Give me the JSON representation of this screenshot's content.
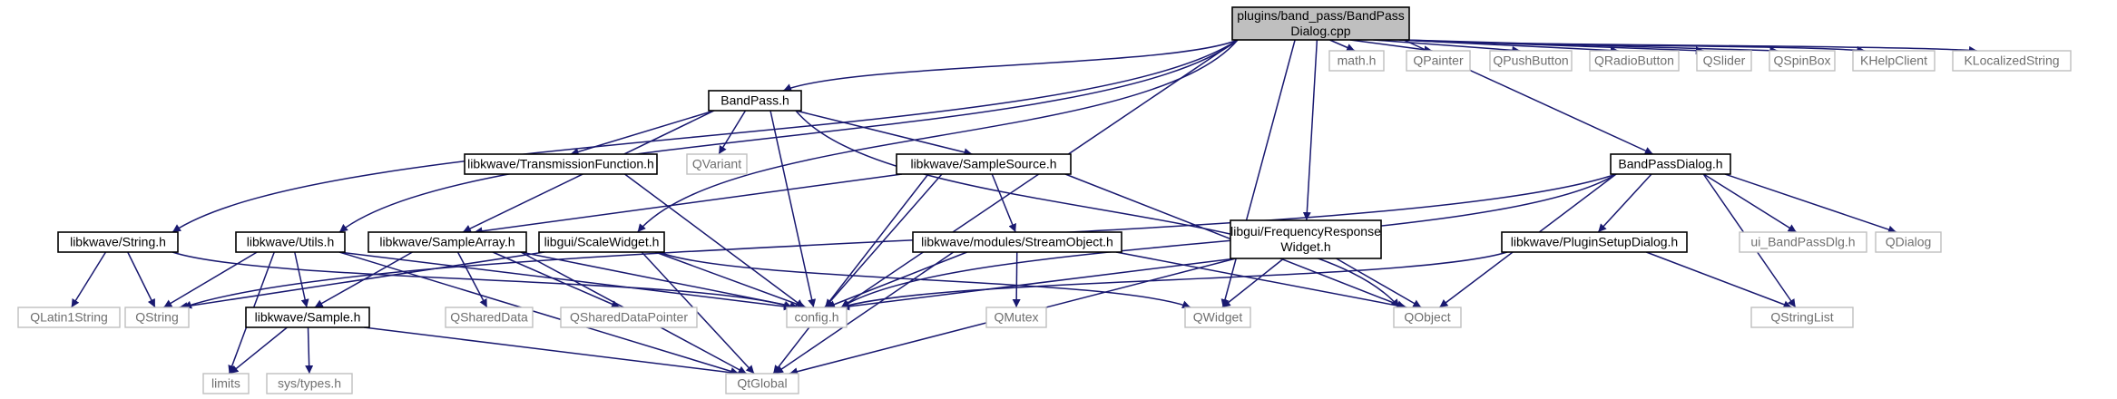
{
  "graph": {
    "nodes": [
      {
        "id": "root",
        "lines": [
          "plugins/band_pass/BandPass",
          "Dialog.cpp"
        ],
        "kind": "root"
      },
      {
        "id": "bandpass_h",
        "lines": [
          "BandPass.h"
        ],
        "kind": "doc"
      },
      {
        "id": "math_h",
        "lines": [
          "math.h"
        ],
        "kind": "ext"
      },
      {
        "id": "qpainter",
        "lines": [
          "QPainter"
        ],
        "kind": "ext"
      },
      {
        "id": "qpushbutton",
        "lines": [
          "QPushButton"
        ],
        "kind": "ext"
      },
      {
        "id": "qradiobutton",
        "lines": [
          "QRadioButton"
        ],
        "kind": "ext"
      },
      {
        "id": "qslider",
        "lines": [
          "QSlider"
        ],
        "kind": "ext"
      },
      {
        "id": "qspinbox",
        "lines": [
          "QSpinBox"
        ],
        "kind": "ext"
      },
      {
        "id": "khelpclient",
        "lines": [
          "KHelpClient"
        ],
        "kind": "ext"
      },
      {
        "id": "klocalizedstring",
        "lines": [
          "KLocalizedString"
        ],
        "kind": "ext"
      },
      {
        "id": "transfunc",
        "lines": [
          "libkwave/TransmissionFunction.h"
        ],
        "kind": "doc"
      },
      {
        "id": "qvariant",
        "lines": [
          "QVariant"
        ],
        "kind": "ext"
      },
      {
        "id": "samplesource",
        "lines": [
          "libkwave/SampleSource.h"
        ],
        "kind": "doc"
      },
      {
        "id": "bandpassdialog_h",
        "lines": [
          "BandPassDialog.h"
        ],
        "kind": "doc"
      },
      {
        "id": "string_h",
        "lines": [
          "libkwave/String.h"
        ],
        "kind": "doc"
      },
      {
        "id": "utils_h",
        "lines": [
          "libkwave/Utils.h"
        ],
        "kind": "doc"
      },
      {
        "id": "samplearray",
        "lines": [
          "libkwave/SampleArray.h"
        ],
        "kind": "doc"
      },
      {
        "id": "scalewidget",
        "lines": [
          "libgui/ScaleWidget.h"
        ],
        "kind": "doc"
      },
      {
        "id": "streamobject",
        "lines": [
          "libkwave/modules/StreamObject.h"
        ],
        "kind": "doc"
      },
      {
        "id": "freqresp",
        "lines": [
          "libgui/FrequencyResponse",
          "Widget.h"
        ],
        "kind": "doc"
      },
      {
        "id": "pluginsetup",
        "lines": [
          "libkwave/PluginSetupDialog.h"
        ],
        "kind": "doc"
      },
      {
        "id": "ui_bandpassdlg",
        "lines": [
          "ui_BandPassDlg.h"
        ],
        "kind": "ext"
      },
      {
        "id": "qdialog",
        "lines": [
          "QDialog"
        ],
        "kind": "ext"
      },
      {
        "id": "qlatin1string",
        "lines": [
          "QLatin1String"
        ],
        "kind": "ext"
      },
      {
        "id": "qstring",
        "lines": [
          "QString"
        ],
        "kind": "ext"
      },
      {
        "id": "sample_h",
        "lines": [
          "libkwave/Sample.h"
        ],
        "kind": "doc"
      },
      {
        "id": "qshareddata",
        "lines": [
          "QSharedData"
        ],
        "kind": "ext"
      },
      {
        "id": "qshareddatapointer",
        "lines": [
          "QSharedDataPointer"
        ],
        "kind": "ext"
      },
      {
        "id": "config_h",
        "lines": [
          "config.h"
        ],
        "kind": "ext"
      },
      {
        "id": "qmutex",
        "lines": [
          "QMutex"
        ],
        "kind": "ext"
      },
      {
        "id": "qwidget",
        "lines": [
          "QWidget"
        ],
        "kind": "ext"
      },
      {
        "id": "qobject",
        "lines": [
          "QObject"
        ],
        "kind": "ext"
      },
      {
        "id": "qstringlist",
        "lines": [
          "QStringList"
        ],
        "kind": "ext"
      },
      {
        "id": "limits",
        "lines": [
          "limits"
        ],
        "kind": "ext"
      },
      {
        "id": "systypes",
        "lines": [
          "sys/types.h"
        ],
        "kind": "ext"
      },
      {
        "id": "qtglobal",
        "lines": [
          "QtGlobal"
        ],
        "kind": "ext"
      }
    ],
    "edges": [
      [
        "root",
        "bandpass_h"
      ],
      [
        "root",
        "math_h"
      ],
      [
        "root",
        "qpainter"
      ],
      [
        "root",
        "qpushbutton"
      ],
      [
        "root",
        "qradiobutton"
      ],
      [
        "root",
        "qslider"
      ],
      [
        "root",
        "qspinbox"
      ],
      [
        "root",
        "khelpclient"
      ],
      [
        "root",
        "klocalizedstring"
      ],
      [
        "root",
        "bandpassdialog_h"
      ],
      [
        "root",
        "string_h"
      ],
      [
        "root",
        "utils_h"
      ],
      [
        "root",
        "scalewidget"
      ],
      [
        "root",
        "freqresp"
      ],
      [
        "root",
        "config_h"
      ],
      [
        "root",
        "qwidget"
      ],
      [
        "bandpass_h",
        "transfunc"
      ],
      [
        "bandpass_h",
        "qvariant"
      ],
      [
        "bandpass_h",
        "samplesource"
      ],
      [
        "bandpass_h",
        "samplearray"
      ],
      [
        "bandpass_h",
        "config_h"
      ],
      [
        "bandpass_h",
        "qobject"
      ],
      [
        "transfunc",
        "config_h"
      ],
      [
        "samplesource",
        "samplearray"
      ],
      [
        "samplesource",
        "streamobject"
      ],
      [
        "samplesource",
        "config_h"
      ],
      [
        "samplesource",
        "qobject"
      ],
      [
        "samplesource",
        "qtglobal"
      ],
      [
        "bandpassdialog_h",
        "qstring"
      ],
      [
        "bandpassdialog_h",
        "config_h"
      ],
      [
        "bandpassdialog_h",
        "pluginsetup"
      ],
      [
        "bandpassdialog_h",
        "ui_bandpassdlg"
      ],
      [
        "bandpassdialog_h",
        "qdialog"
      ],
      [
        "bandpassdialog_h",
        "qobject"
      ],
      [
        "bandpassdialog_h",
        "qstringlist"
      ],
      [
        "string_h",
        "qlatin1string"
      ],
      [
        "string_h",
        "qstring"
      ],
      [
        "string_h",
        "config_h"
      ],
      [
        "utils_h",
        "qstring"
      ],
      [
        "utils_h",
        "limits"
      ],
      [
        "utils_h",
        "sample_h"
      ],
      [
        "utils_h",
        "config_h"
      ],
      [
        "utils_h",
        "qtglobal"
      ],
      [
        "samplearray",
        "sample_h"
      ],
      [
        "samplearray",
        "qshareddata"
      ],
      [
        "samplearray",
        "qshareddatapointer"
      ],
      [
        "samplearray",
        "config_h"
      ],
      [
        "samplearray",
        "qtglobal"
      ],
      [
        "scalewidget",
        "qstring"
      ],
      [
        "scalewidget",
        "config_h"
      ],
      [
        "scalewidget",
        "qwidget"
      ],
      [
        "scalewidget",
        "qtglobal"
      ],
      [
        "streamobject",
        "config_h"
      ],
      [
        "streamobject",
        "qmutex"
      ],
      [
        "streamobject",
        "qobject"
      ],
      [
        "streamobject",
        "qtglobal"
      ],
      [
        "freqresp",
        "config_h"
      ],
      [
        "freqresp",
        "qwidget"
      ],
      [
        "freqresp",
        "qobject"
      ],
      [
        "freqresp",
        "qtglobal"
      ],
      [
        "pluginsetup",
        "config_h"
      ],
      [
        "pluginsetup",
        "qstringlist"
      ],
      [
        "sample_h",
        "limits"
      ],
      [
        "sample_h",
        "systypes"
      ],
      [
        "sample_h",
        "qtglobal"
      ]
    ]
  }
}
